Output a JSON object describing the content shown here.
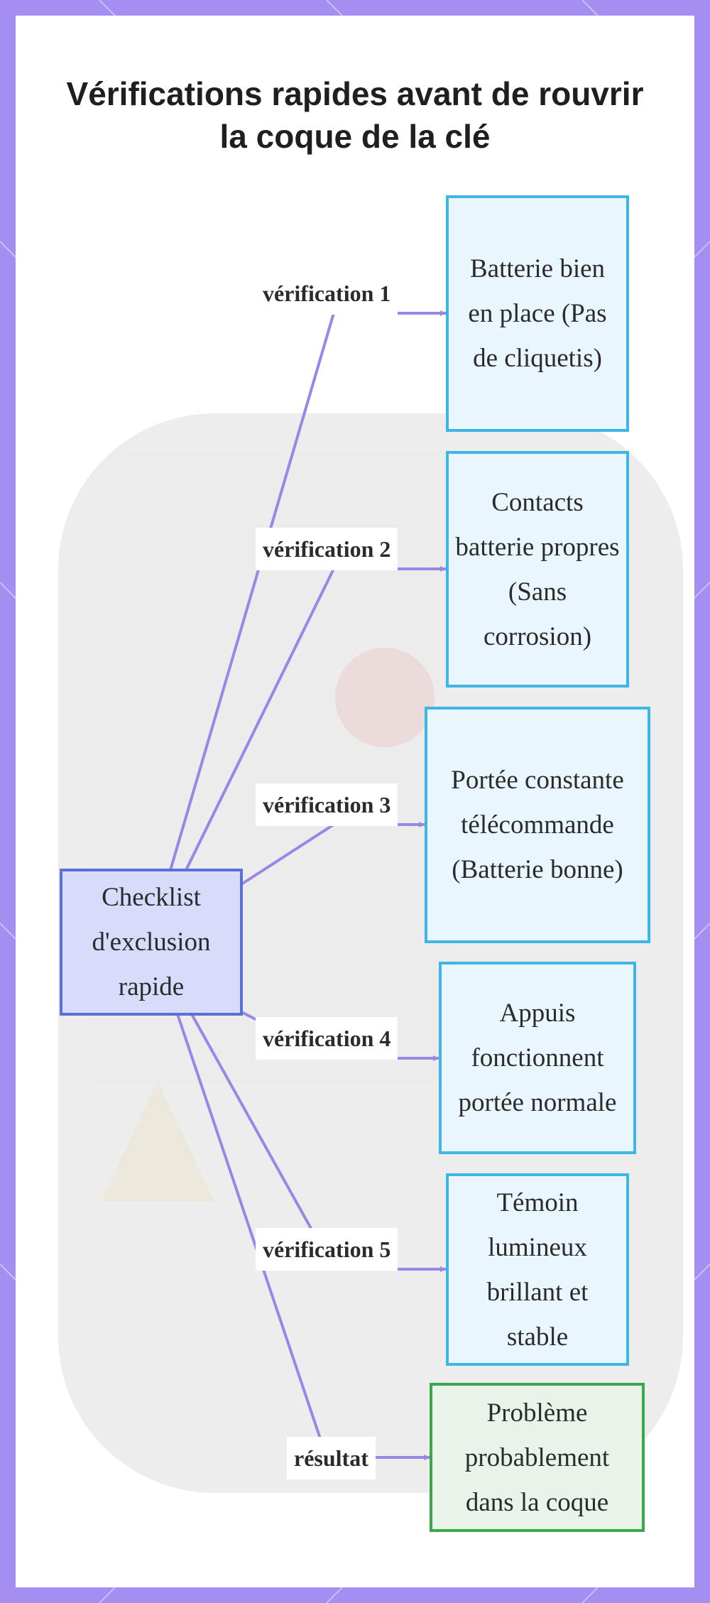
{
  "title": "Vérifications rapides avant de rouvrir la coque de la clé",
  "root": {
    "label": "Checklist d'exclusion rapide"
  },
  "checks": [
    {
      "edge": "vérification 1",
      "label": "Batterie bien en place (Pas de cliquetis)"
    },
    {
      "edge": "vérification 2",
      "label": "Contacts batterie propres (Sans corrosion)"
    },
    {
      "edge": "vérification 3",
      "label": "Portée constante télécommande (Batterie bonne)"
    },
    {
      "edge": "vérification 4",
      "label": "Appuis fonctionnent portée normale"
    },
    {
      "edge": "vérification 5",
      "label": "Témoin lumineux brillant et stable"
    }
  ],
  "result": {
    "edge": "résultat",
    "label": "Problème probablement dans la coque"
  },
  "colors": {
    "frame": "#a48ef2",
    "edge": "#9b86e8",
    "check_fill": "#eaf6fd",
    "check_border": "#3fb5e6",
    "root_fill": "#d7dcfb",
    "root_border": "#5b6fd6",
    "result_fill": "#e8f4ea",
    "result_border": "#3aa84a"
  }
}
